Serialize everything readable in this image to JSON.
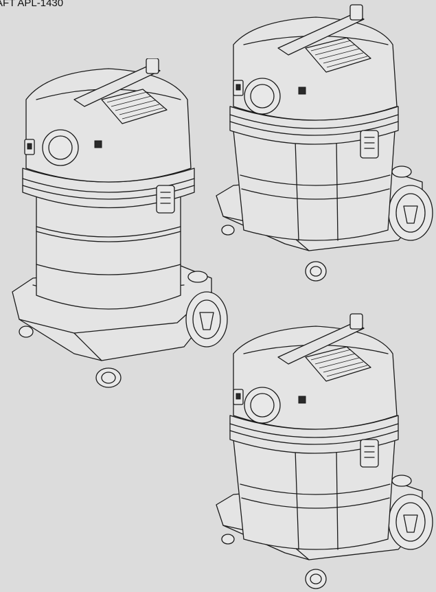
{
  "caption": "AFT APL-1430",
  "illustrations": [
    {
      "name": "vacuum-steel-tank",
      "variant": "steel"
    },
    {
      "name": "vacuum-plastic-tank-top",
      "variant": "plastic"
    },
    {
      "name": "vacuum-plastic-tank-bottom",
      "variant": "plastic"
    }
  ],
  "colors": {
    "background": "#dcdcdc",
    "line": "#1a1a1a",
    "fill": "#e8e8e8"
  }
}
